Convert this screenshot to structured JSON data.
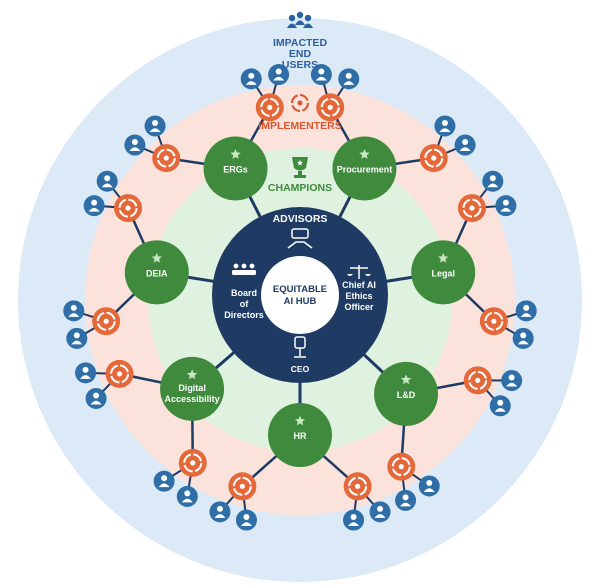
{
  "colors": {
    "ring_outer": "#dce9f6",
    "ring_implementers": "#fbe3dc",
    "ring_champions": "#dff1df",
    "hub": "#1f3a63",
    "hub_center": "#ffffff",
    "champion": "#3f8a3c",
    "implementer": "#e4683a",
    "user": "#2f6ea6",
    "ring_title_blue": "#2b5f9e",
    "ring_title_orange": "#d9552d",
    "ring_title_green": "#3f8a3c",
    "connector": "#1f3a63"
  },
  "rings": {
    "users_title": "IMPACTED END USERS",
    "implementers_title": "IMPLEMENTERS",
    "champions_title": "CHAMPIONS",
    "advisors_title": "ADVISORS"
  },
  "hub": {
    "center_label": "EQUITABLE AI HUB",
    "advisors": [
      {
        "label": "Board of Directors",
        "icon": "boardroom-icon"
      },
      {
        "label": "Chief AI Ethics Officer",
        "icon": "scales-icon"
      },
      {
        "label": "CEO",
        "icon": "office-chair-icon"
      }
    ],
    "advisors_icon": "handshake-icon"
  },
  "champions": [
    {
      "label": "ERGs"
    },
    {
      "label": "Procurement"
    },
    {
      "label": "Legal"
    },
    {
      "label": "L&D"
    },
    {
      "label": "HR"
    },
    {
      "label": "Digital Accessibility"
    },
    {
      "label": "DEIA"
    }
  ],
  "icons": {
    "champion_badge": "star-icon",
    "implementer_node": "cycle-arrows-icon",
    "user_node": "person-icon",
    "users_group": "people-group-icon",
    "champions_trophy": "trophy-icon"
  }
}
